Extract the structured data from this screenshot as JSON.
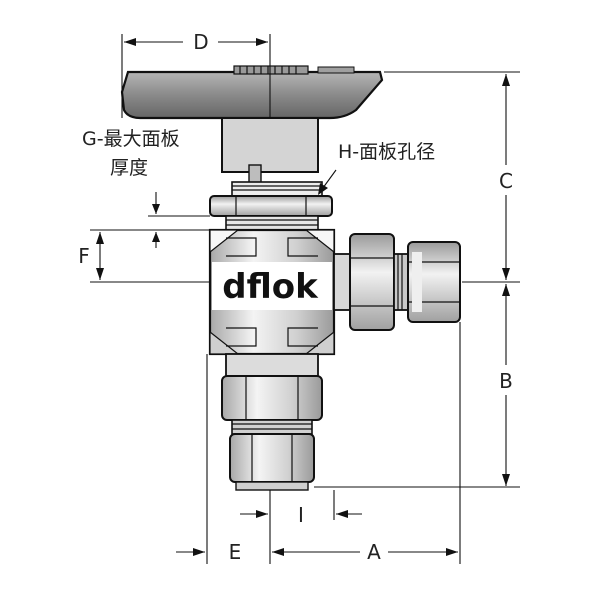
{
  "labels": {
    "d": "D",
    "c": "C",
    "b": "B",
    "f": "F",
    "e": "E",
    "a": "A",
    "i": "I",
    "g_line1": "G-最大面板",
    "g_line2": "厚度",
    "h": "H-面板孔径",
    "brand": "dflok"
  },
  "colors": {
    "metal_light": "#d9d9d9",
    "metal_mid": "#bdbdbd",
    "metal_dark": "#7a7a7a",
    "handle": "#808080",
    "ink": "#111111"
  }
}
